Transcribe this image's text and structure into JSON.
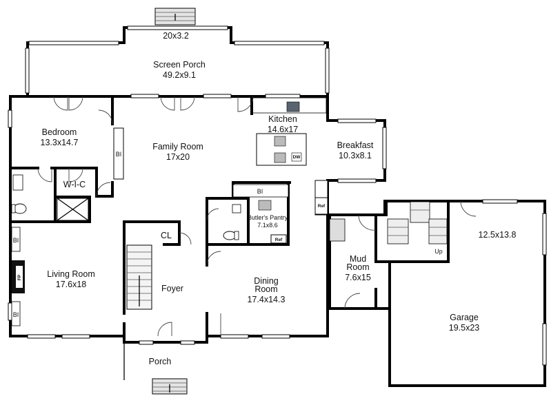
{
  "rooms": {
    "screen_porch": {
      "name": "Screen Porch",
      "dims": "49.2x9.1"
    },
    "step": {
      "dims": "20x3.2"
    },
    "bedroom": {
      "name": "Bedroom",
      "dims": "13.3x14.7"
    },
    "family_room": {
      "name": "Family Room",
      "dims": "17x20"
    },
    "kitchen": {
      "name": "Kitchen",
      "dims": "14.6x17"
    },
    "breakfast": {
      "name": "Breakfast",
      "dims": "10.3x8.1"
    },
    "wic": {
      "name": "W-I-C"
    },
    "closet": {
      "name": "CL"
    },
    "butlers_pantry": {
      "name": "Butler's Pantry",
      "dims": "7.1x8.6"
    },
    "living_room": {
      "name": "Living Room",
      "dims": "17.6x18"
    },
    "foyer": {
      "name": "Foyer"
    },
    "dining_room": {
      "name_line1": "Dining",
      "name_line2": "Room",
      "dims": "17.4x14.3"
    },
    "mud_room": {
      "name_line1": "Mud",
      "name_line2": "Room",
      "dims": "7.6x15"
    },
    "bonus": {
      "dims": "12.5x13.8"
    },
    "garage": {
      "name": "Garage",
      "dims": "19.5x23"
    },
    "porch": {
      "name": "Porch"
    }
  },
  "fixtures": {
    "built_in": "BI",
    "fireplace": "FP",
    "refrigerator": "Ref",
    "up": "Up",
    "dishwasher": "DW"
  }
}
